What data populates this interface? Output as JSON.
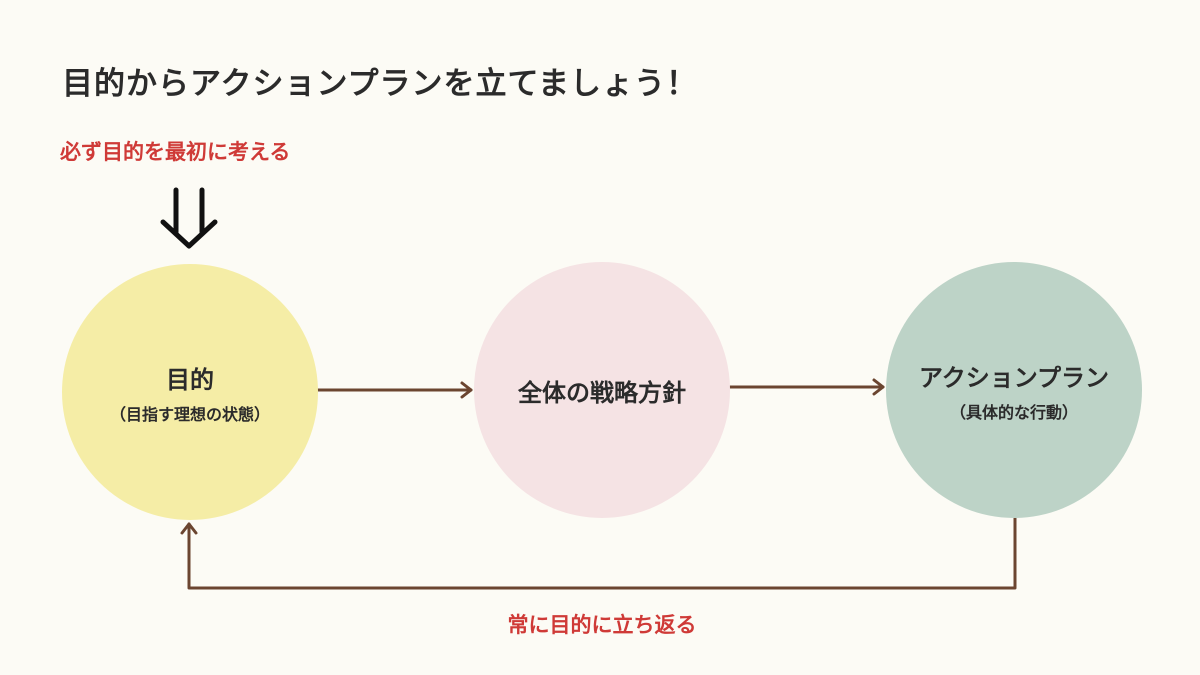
{
  "title": "目的からアクションプランを立てましょう！",
  "note_top": "必ず目的を最初に考える",
  "note_bottom": "常に目的に立ち返る",
  "nodes": {
    "purpose": {
      "label": "目的",
      "sub": "（目指す理想の状態）"
    },
    "strategy": {
      "label": "全体の戦略方針"
    },
    "action": {
      "label": "アクションプラン",
      "sub": "（具体的な行動）"
    }
  },
  "colors": {
    "background": "#fcfbf5",
    "purpose": "#f5eda6",
    "strategy": "#f5e3e4",
    "action": "#bdd3c7",
    "arrow": "#6b4530",
    "accent_text": "#cf3a37"
  }
}
